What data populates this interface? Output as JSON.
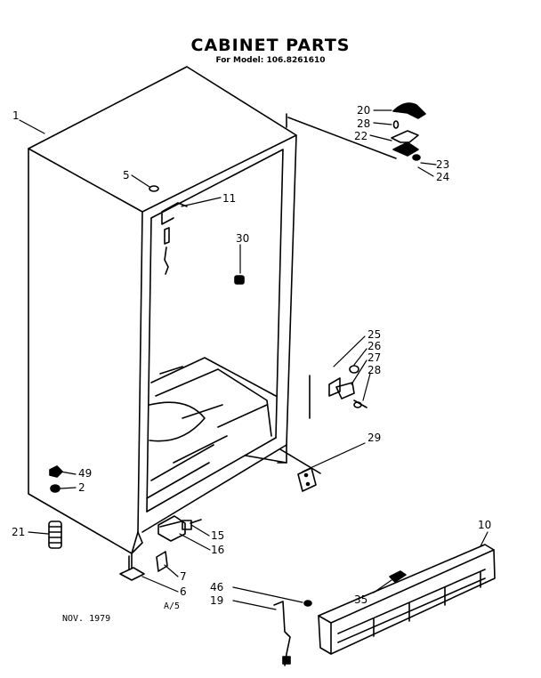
{
  "title": "CABINET PARTS",
  "subtitle": "For Model: 106.8261610",
  "date": "NOV. 1979",
  "code": "A/5",
  "callouts": [
    {
      "id": "c1",
      "label": "1"
    },
    {
      "id": "c5",
      "label": "5"
    },
    {
      "id": "c11",
      "label": "11"
    },
    {
      "id": "c30",
      "label": "30"
    },
    {
      "id": "c20",
      "label": "20"
    },
    {
      "id": "c28a",
      "label": "28"
    },
    {
      "id": "c22",
      "label": "22"
    },
    {
      "id": "c23",
      "label": "23"
    },
    {
      "id": "c24",
      "label": "24"
    },
    {
      "id": "c25",
      "label": "25"
    },
    {
      "id": "c26",
      "label": "26"
    },
    {
      "id": "c27",
      "label": "27"
    },
    {
      "id": "c28b",
      "label": "28"
    },
    {
      "id": "c29",
      "label": "29"
    },
    {
      "id": "c49",
      "label": "49"
    },
    {
      "id": "c2",
      "label": "2"
    },
    {
      "id": "c21",
      "label": "21"
    },
    {
      "id": "c15",
      "label": "15"
    },
    {
      "id": "c16",
      "label": "16"
    },
    {
      "id": "c7",
      "label": "7"
    },
    {
      "id": "c6",
      "label": "6"
    },
    {
      "id": "c10",
      "label": "10"
    },
    {
      "id": "c46",
      "label": "46"
    },
    {
      "id": "c19",
      "label": "19"
    },
    {
      "id": "c35",
      "label": "35"
    }
  ]
}
